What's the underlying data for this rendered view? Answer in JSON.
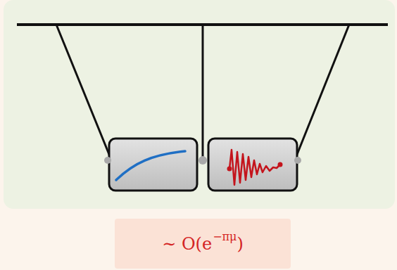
{
  "diagram": {
    "labels": [
      "∼ O(e",
      "−πμ",
      ")"
    ]
  }
}
